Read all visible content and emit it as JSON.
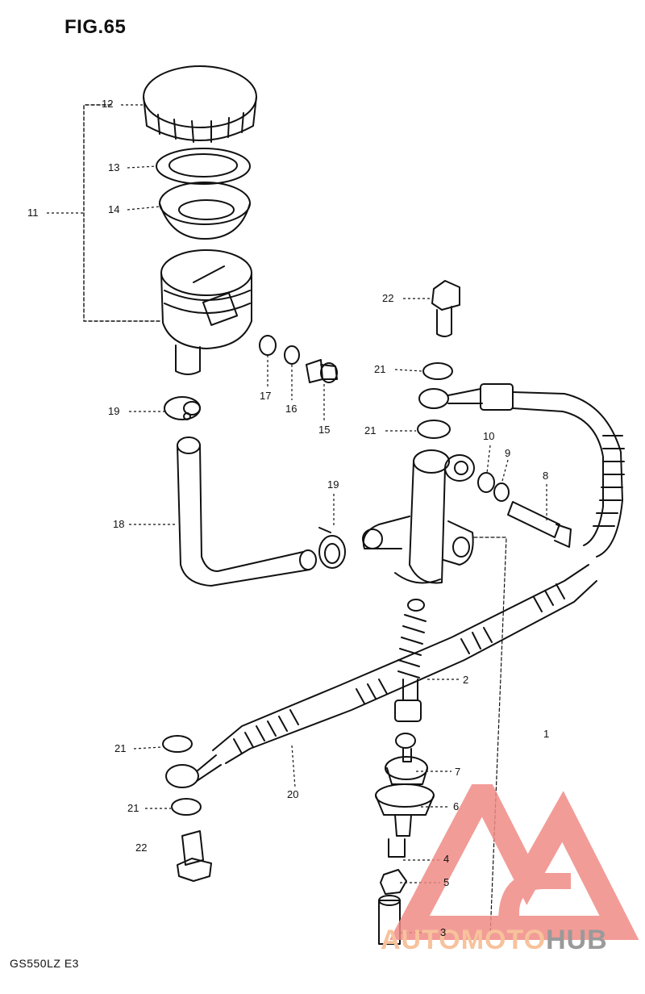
{
  "figure": {
    "title": "FIG.65",
    "model_code": "GS550LZ E3"
  },
  "callouts": [
    {
      "id": "c-12",
      "label": "12"
    },
    {
      "id": "c-13",
      "label": "13"
    },
    {
      "id": "c-14",
      "label": "14"
    },
    {
      "id": "c-11",
      "label": "11"
    },
    {
      "id": "c-22a",
      "label": "22"
    },
    {
      "id": "c-21a",
      "label": "21"
    },
    {
      "id": "c-17",
      "label": "17"
    },
    {
      "id": "c-16",
      "label": "16"
    },
    {
      "id": "c-15",
      "label": "15"
    },
    {
      "id": "c-19a",
      "label": "19"
    },
    {
      "id": "c-21b",
      "label": "21"
    },
    {
      "id": "c-10",
      "label": "10"
    },
    {
      "id": "c-9",
      "label": "9"
    },
    {
      "id": "c-8",
      "label": "8"
    },
    {
      "id": "c-19b",
      "label": "19"
    },
    {
      "id": "c-18",
      "label": "18"
    },
    {
      "id": "c-2",
      "label": "2"
    },
    {
      "id": "c-1",
      "label": "1"
    },
    {
      "id": "c-21c",
      "label": "21"
    },
    {
      "id": "c-7",
      "label": "7"
    },
    {
      "id": "c-20",
      "label": "20"
    },
    {
      "id": "c-6",
      "label": "6"
    },
    {
      "id": "c-21d",
      "label": "21"
    },
    {
      "id": "c-22b",
      "label": "22"
    },
    {
      "id": "c-4",
      "label": "4"
    },
    {
      "id": "c-5",
      "label": "5"
    },
    {
      "id": "c-3",
      "label": "3"
    }
  ],
  "watermark": {
    "text_a": "AUTOMOTO",
    "text_b": "HUB",
    "color_a": "#f7c29c",
    "color_b": "#9a9a9a",
    "logo_color": "#f08b86"
  }
}
